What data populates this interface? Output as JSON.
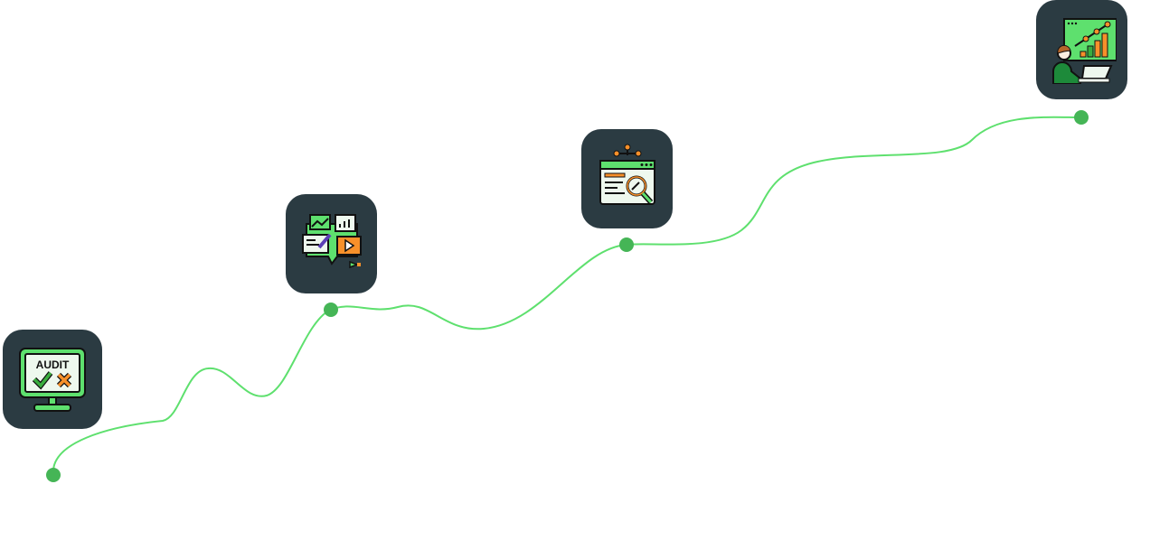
{
  "steps": [
    {
      "id": "audit",
      "icon": "audit-monitor-icon",
      "label": "AUDIT"
    },
    {
      "id": "content",
      "icon": "content-marketing-icon"
    },
    {
      "id": "seo",
      "icon": "web-analysis-icon"
    },
    {
      "id": "growth",
      "icon": "growth-presentation-icon"
    }
  ],
  "colors": {
    "tile": "#2b3b42",
    "line": "#5ee06e",
    "dot": "#45b556",
    "green": "#5ee06e",
    "orange": "#f7902a"
  }
}
